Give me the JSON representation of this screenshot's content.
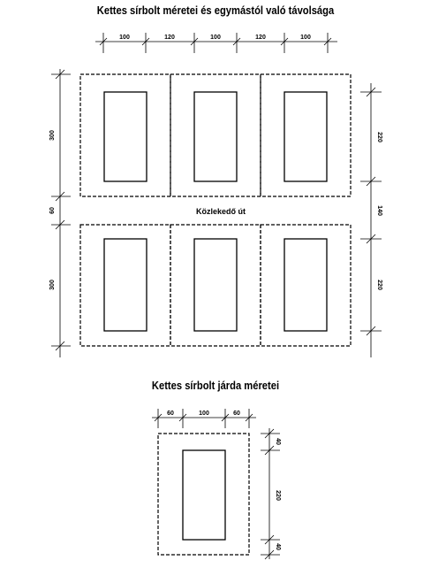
{
  "titles": {
    "top": "Kettes sírbolt méretei és egymástól való távolsága",
    "bottom": "Kettes sírbolt járda méretei"
  },
  "road_label": "Közlekedő út",
  "top_dims": [
    "100",
    "120",
    "100",
    "120",
    "100"
  ],
  "left_dims": [
    "300",
    "60",
    "300"
  ],
  "right_dims": [
    "220",
    "140",
    "220"
  ],
  "bottom_top_dims": [
    "60",
    "100",
    "60"
  ],
  "bottom_right_dims": [
    "40",
    "220",
    "40"
  ]
}
